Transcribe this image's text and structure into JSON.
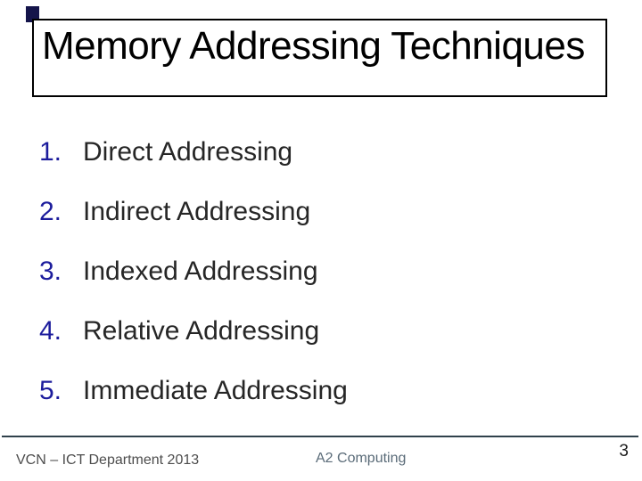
{
  "slide": {
    "title": "Memory Addressing Techniques",
    "list": {
      "items": [
        {
          "number": "1.",
          "label": "Direct Addressing"
        },
        {
          "number": "2.",
          "label": "Indirect Addressing"
        },
        {
          "number": "3.",
          "label": "Indexed Addressing"
        },
        {
          "number": "4.",
          "label": "Relative Addressing"
        },
        {
          "number": "5.",
          "label": "Immediate Addressing"
        }
      ]
    },
    "footer": {
      "left_text": "VCN – ICT Department 2013",
      "center_text": "A2 Computing",
      "page_number": "3"
    },
    "colors": {
      "number-accent": "#1C1C9C",
      "body-text": "#262626",
      "title-text": "#000000",
      "footer-line": "#30414B",
      "footer-left": "#4D4D4D",
      "footer-center": "#5A6B78",
      "page-number": "#1A1A1A",
      "corner-mark": "#14144A"
    }
  }
}
